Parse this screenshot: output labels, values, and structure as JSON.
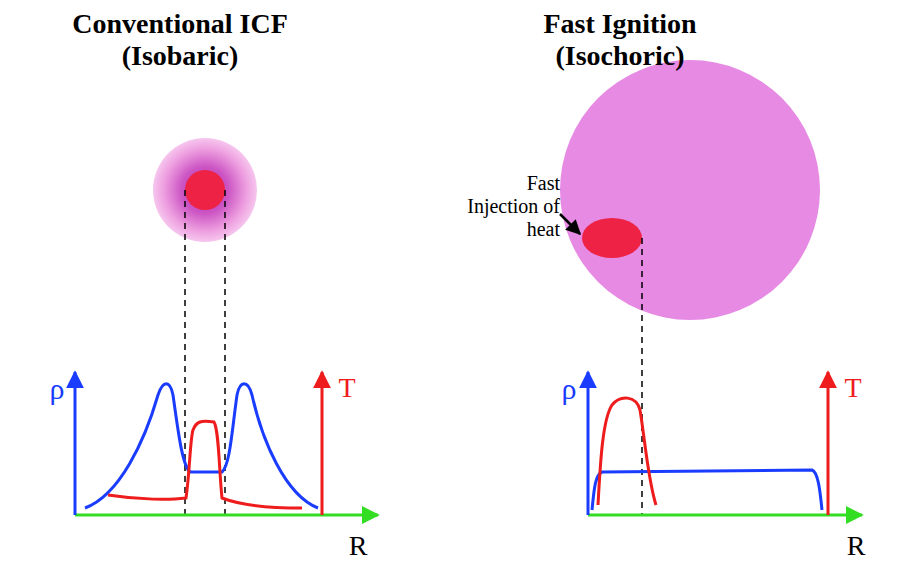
{
  "diagram": {
    "labels": [
      "Conventional ICF (Isobaric)",
      "Fast Ignition (Isochoric)",
      "Fast Injection of heat",
      "ρ",
      "T",
      "R",
      "ρ",
      "T",
      "R"
    ]
  }
}
